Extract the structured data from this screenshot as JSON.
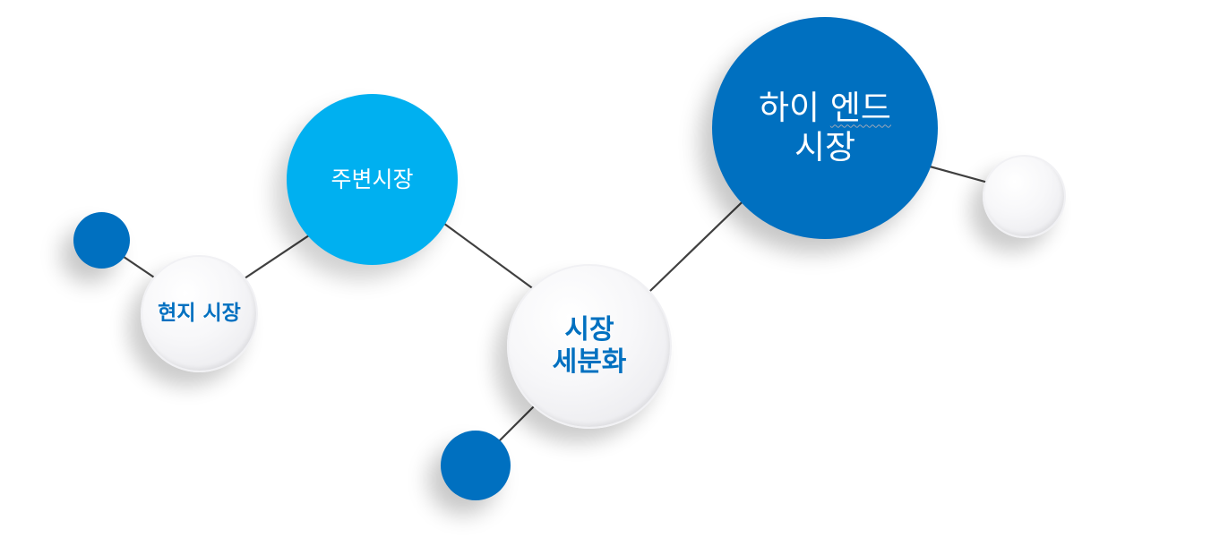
{
  "nodes": {
    "local_market": {
      "label": "현지 시장",
      "color": "#0070c0"
    },
    "peripheral_market": {
      "label": "주변시장",
      "color": "#00b0f0"
    },
    "market_segmentation": {
      "line1": "시장",
      "line2": "세분화",
      "color": "#0070c0"
    },
    "high_end_market": {
      "line1a": "하이",
      "line1b": "엔드",
      "line2": "시장",
      "color": "#0070c0"
    }
  },
  "colors": {
    "dark_blue": "#0070c0",
    "light_blue": "#00b0f0",
    "connector": "#404040",
    "white_node": "#f5f5f7"
  }
}
